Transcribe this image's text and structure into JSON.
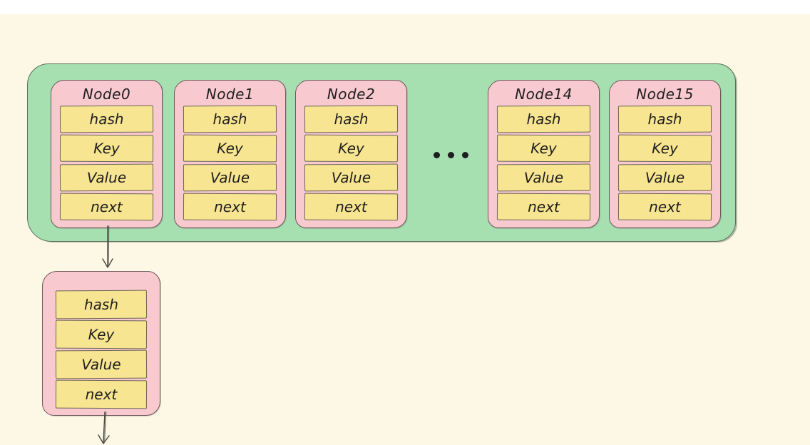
{
  "colors": {
    "bg-white": "#ffffff",
    "bg-canvas": "#fdf8e5",
    "green-fill": "#a6dfb0",
    "green-stroke": "#5a6e58",
    "pink-fill": "#f8c9cf",
    "pink-stroke": "#6e585c",
    "yellow-fill": "#f8e591",
    "yellow-stroke": "#6b6654",
    "text": "#1e1e1e",
    "arrow": "#47473f"
  },
  "diagram": {
    "bucket_array": {
      "nodes": [
        {
          "title": "Node0",
          "fields": [
            "hash",
            "Key",
            "Value",
            "next"
          ]
        },
        {
          "title": "Node1",
          "fields": [
            "hash",
            "Key",
            "Value",
            "next"
          ]
        },
        {
          "title": "Node2",
          "fields": [
            "hash",
            "Key",
            "Value",
            "next"
          ]
        },
        {
          "title": "Node14",
          "fields": [
            "hash",
            "Key",
            "Value",
            "next"
          ]
        },
        {
          "title": "Node15",
          "fields": [
            "hash",
            "Key",
            "Value",
            "next"
          ]
        }
      ],
      "ellipsis": "•••"
    },
    "chain_node": {
      "fields": [
        "hash",
        "Key",
        "Value",
        "next"
      ]
    }
  }
}
